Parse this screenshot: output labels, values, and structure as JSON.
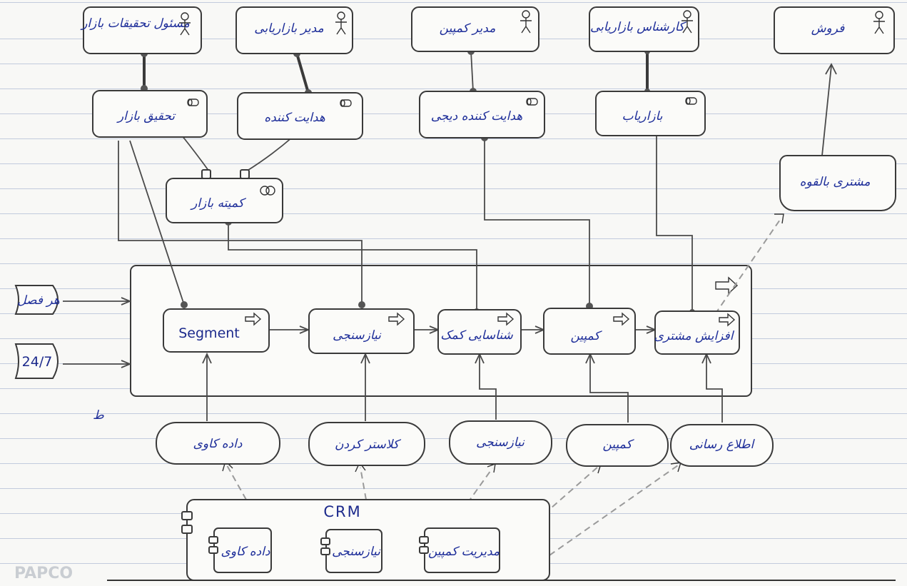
{
  "actors": [
    {
      "id": "market_research_officer",
      "label": "مسئول تحقیقات بازار"
    },
    {
      "id": "marketing_manager",
      "label": "مدیر بازاریابی"
    },
    {
      "id": "campaign_manager",
      "label": "مدیر کمپین"
    },
    {
      "id": "marketing_expert",
      "label": "کارشناس بازاریابی"
    },
    {
      "id": "sales",
      "label": "فروش"
    }
  ],
  "roles": [
    {
      "id": "market_researcher",
      "label": "تحقیق بازار"
    },
    {
      "id": "guide",
      "label": "هدایت کننده"
    },
    {
      "id": "campaign_guide",
      "label": "هدایت کننده دیجی"
    },
    {
      "id": "marketer",
      "label": "بازاریاب"
    }
  ],
  "committee": {
    "label": "کمیته بازار"
  },
  "prospect": {
    "label": "مشتری بالقوه"
  },
  "events": [
    {
      "id": "season",
      "label": "هر فصل"
    },
    {
      "id": "always",
      "label": "24/7"
    }
  ],
  "process": [
    {
      "id": "segment",
      "label": "Segment"
    },
    {
      "id": "needs_assessment",
      "label": "نیازسنجی"
    },
    {
      "id": "identify_customer",
      "label": "شناسایی کمک"
    },
    {
      "id": "campaign",
      "label": "کمپین"
    },
    {
      "id": "increase_customer",
      "label": "افزایش مشتری"
    }
  ],
  "services": [
    {
      "id": "data_mining",
      "label": "داده کاوی"
    },
    {
      "id": "clustering",
      "label": "کلاستر کردن"
    },
    {
      "id": "needs",
      "label": "نیازسنجی"
    },
    {
      "id": "campaign_svc",
      "label": "کمپین"
    },
    {
      "id": "notify",
      "label": "اطلاع رسانی"
    }
  ],
  "crm": {
    "label": "CRM",
    "components": [
      {
        "id": "c_data_mining",
        "label": "داده کاوی"
      },
      {
        "id": "c_needs",
        "label": "نیازسنجی"
      },
      {
        "id": "c_campaign_mgmt",
        "label": "مدیریت کمپین"
      }
    ]
  },
  "watermark": "PAPCO",
  "marks": {
    "stray": "ط"
  }
}
